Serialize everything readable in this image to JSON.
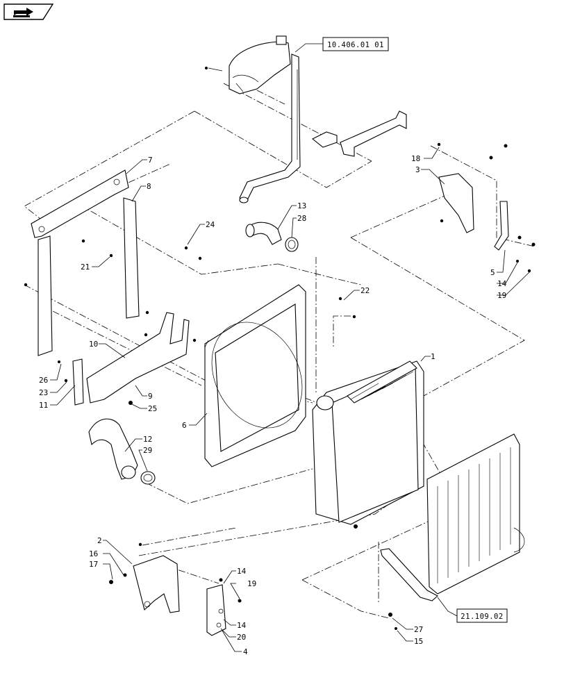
{
  "nav": {
    "icon_name": "navigate-back-arrow-icon"
  },
  "references": {
    "top": "10.406.01 01",
    "bottom": "21.109.02"
  },
  "callouts": [
    {
      "id": "c1",
      "label": "1"
    },
    {
      "id": "c2",
      "label": "2"
    },
    {
      "id": "c3",
      "label": "3"
    },
    {
      "id": "c4",
      "label": "4"
    },
    {
      "id": "c5",
      "label": "5"
    },
    {
      "id": "c6",
      "label": "6"
    },
    {
      "id": "c7",
      "label": "7"
    },
    {
      "id": "c8",
      "label": "8"
    },
    {
      "id": "c9",
      "label": "9"
    },
    {
      "id": "c10",
      "label": "10"
    },
    {
      "id": "c11",
      "label": "11"
    },
    {
      "id": "c12",
      "label": "12"
    },
    {
      "id": "c13",
      "label": "13"
    },
    {
      "id": "c14a",
      "label": "14"
    },
    {
      "id": "c14b",
      "label": "14"
    },
    {
      "id": "c14c",
      "label": "14"
    },
    {
      "id": "c15",
      "label": "15"
    },
    {
      "id": "c16",
      "label": "16"
    },
    {
      "id": "c17",
      "label": "17"
    },
    {
      "id": "c18",
      "label": "18"
    },
    {
      "id": "c19a",
      "label": "19"
    },
    {
      "id": "c19b",
      "label": "19"
    },
    {
      "id": "c20",
      "label": "20"
    },
    {
      "id": "c21",
      "label": "21"
    },
    {
      "id": "c22",
      "label": "22"
    },
    {
      "id": "c23",
      "label": "23"
    },
    {
      "id": "c24",
      "label": "24"
    },
    {
      "id": "c25",
      "label": "25"
    },
    {
      "id": "c26",
      "label": "26"
    },
    {
      "id": "c27",
      "label": "27"
    },
    {
      "id": "c28",
      "label": "28"
    },
    {
      "id": "c29",
      "label": "29"
    }
  ]
}
